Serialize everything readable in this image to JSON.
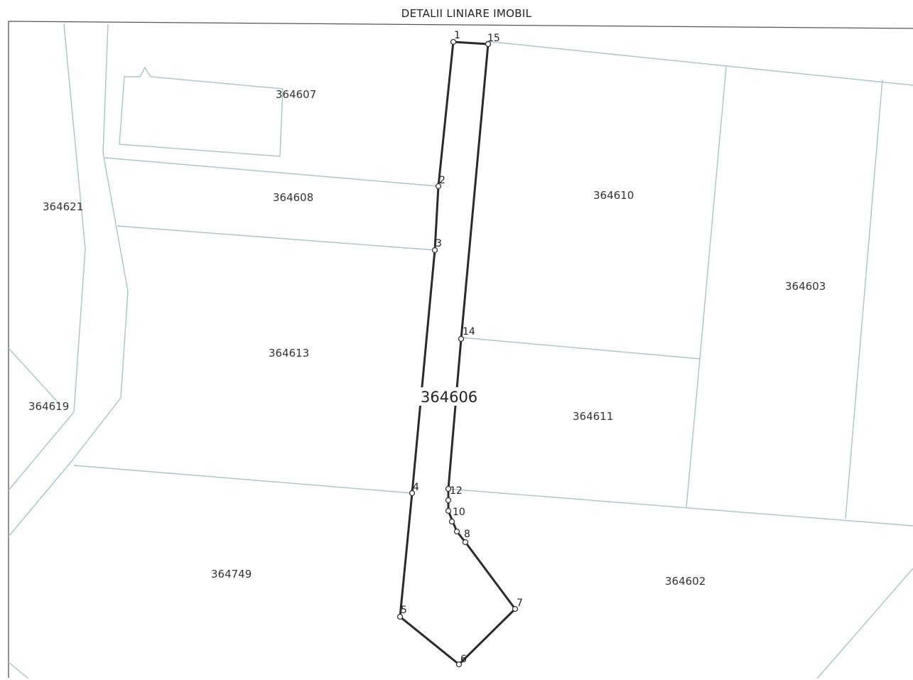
{
  "map": {
    "title": "DETALII LINIARE IMOBIL",
    "main_parcel": "364606",
    "parcels": {
      "p364607": "364607",
      "p364608": "364608",
      "p364621": "364621",
      "p364610": "364610",
      "p364603": "364603",
      "p364613": "364613",
      "p364619": "364619",
      "p364611": "364611",
      "p364749": "364749",
      "p364602": "364602"
    },
    "vertices": {
      "v1": "1",
      "v15": "15",
      "v2": "2",
      "v3": "3",
      "v14": "14",
      "v4": "4",
      "v12": "12",
      "v10": "10",
      "v8": "8",
      "v7": "7",
      "v5": "5",
      "v6": "6"
    },
    "colors": {
      "parcel_lines": "#a9c3cc",
      "boundary": "#2a2a2a"
    }
  }
}
